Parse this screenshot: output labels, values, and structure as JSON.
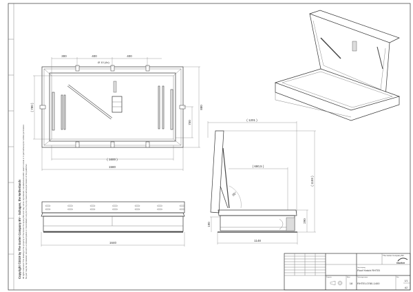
{
  "copyright": {
    "title": "Copyright ©2019 by The Gorter Company BV - Schagen, the Netherlands",
    "line1": "All rights reserved. This drawing is the property of The Gorter Company BV and may not be reproduced, manufactured and/or used in whole or in part without prior written permission.",
    "line2": "No part may be reproduced, stored in a retrieval system or transmitted in any form or by any means without permission of the publisher."
  },
  "top_view": {
    "dim_300": "300",
    "dim_400a": "400",
    "dim_400b": "400",
    "hole_note": "Ø 10 (4x)",
    "dim_780": "( 780 )",
    "dim_880": "880",
    "dim_750": "750",
    "dim_1600": "( 1600 )",
    "dim_1580": "1580"
  },
  "side_view": {
    "dim_1201": "( 1201 )",
    "dim_680": "( 680,5 )",
    "dim_1159": "( 1159 )",
    "angle": "85°",
    "dim_190": "190",
    "dim_290": "290",
    "dim_1148": "1148"
  },
  "front_view": {
    "dim_1640": "1640"
  },
  "title_block": {
    "company": "The Gorter Company BV",
    "logo_text": "Gorter",
    "description_label": "Omschrijving",
    "description": "Roof Hatch RHTEI",
    "projection_label": "Projectie",
    "size_label": "Maat",
    "size": "18",
    "drawing_no_label": "Tekeningnummer",
    "drawing_no": "RHTEI-0780-1400",
    "rev_label": "Rev",
    "sheet": "1/1",
    "format": "A2"
  }
}
